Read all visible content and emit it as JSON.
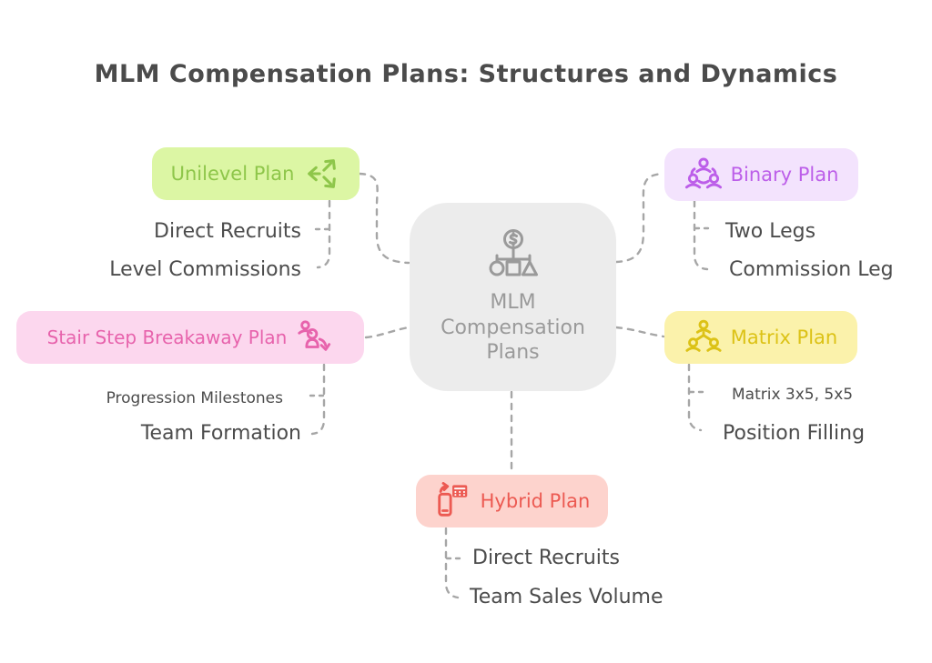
{
  "title": "MLM Compensation Plans: Structures and Dynamics",
  "center": {
    "label": "MLM Compensation Plans",
    "icon": "dollar-hierarchy-icon",
    "bg": "#ececec",
    "accent": "#9a9a9a"
  },
  "branches": [
    {
      "label": "Unilevel Plan",
      "icon": "axes-arrows-icon",
      "bg": "#dcf6a4",
      "accent": "#8ec64a",
      "children": [
        "Direct Recruits",
        "Level Commissions"
      ]
    },
    {
      "label": "Binary Plan",
      "icon": "team-network-icon",
      "bg": "#f3e3fd",
      "accent": "#bc5ee9",
      "children": [
        "Two Legs",
        "Commission Leg"
      ]
    },
    {
      "label": "Stair Step Breakaway Plan",
      "icon": "person-breakaway-icon",
      "bg": "#fcd7ee",
      "accent": "#e763ac",
      "children": [
        "Progression Milestones",
        "Team Formation"
      ]
    },
    {
      "label": "Matrix Plan",
      "icon": "org-chart-people-icon",
      "bg": "#fbf2ab",
      "accent": "#dcc216",
      "children": [
        "Matrix 3x5, 5x5",
        "Position Filling"
      ]
    },
    {
      "label": "Hybrid Plan",
      "icon": "phone-calculator-icon",
      "bg": "#fdd3cd",
      "accent": "#ec5a52",
      "children": [
        "Direct Recruits",
        "Team Sales Volume"
      ]
    }
  ],
  "connector_color": "#a6a6a6",
  "label_color": "#4c4c4c"
}
